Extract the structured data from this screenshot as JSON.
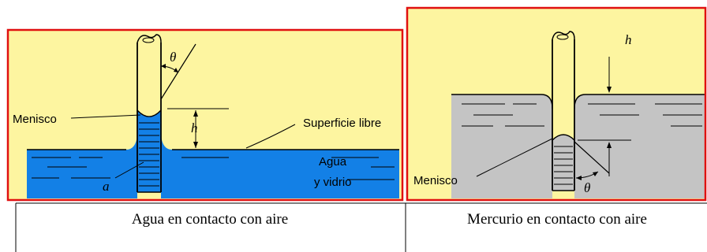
{
  "water": {
    "label_meniscus": "Menisco",
    "label_surface": "Superficie libre",
    "label_material_1": "Agua",
    "label_material_2": "y vidrio",
    "sym_theta": "θ",
    "sym_h": "h",
    "sym_a": "a",
    "caption": "Agua en contacto con aire"
  },
  "mercury": {
    "label_meniscus": "Menisco",
    "sym_theta": "θ",
    "sym_h": "h",
    "caption": "Mercurio en contacto con aire"
  },
  "colors": {
    "background": "#fdf5a0",
    "water": "#1380e6",
    "mercury": "#c4c4c4",
    "frame": "#e01010"
  }
}
